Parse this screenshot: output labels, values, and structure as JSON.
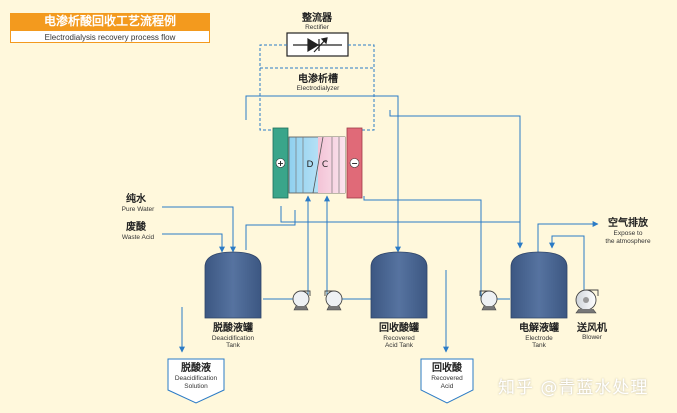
{
  "header": {
    "title": "电渗析酸回收工艺流程例",
    "subtitle": "Electrodialysis recovery process flow"
  },
  "rectifier": {
    "zh": "整流器",
    "en": "Rectifier"
  },
  "electrodialyzer": {
    "zh": "电渗析槽",
    "en": "Electrodialyzer",
    "d_label": "D",
    "c_label": "C",
    "plus": "+",
    "minus": "−"
  },
  "inputs": {
    "pure_water": {
      "zh": "纯水",
      "en": "Pure Water"
    },
    "waste_acid": {
      "zh": "废酸",
      "en": "Waste Acid"
    }
  },
  "tanks": {
    "deacid": {
      "zh": "脱酸液罐",
      "en1": "Deacidification",
      "en2": "Tank"
    },
    "recovered": {
      "zh": "回收酸罐",
      "en1": "Recovered",
      "en2": "Acid Tank"
    },
    "electrode": {
      "zh": "电解液罐",
      "en1": "Electrode",
      "en2": "Tank"
    }
  },
  "outputs": {
    "deacid_solution": {
      "zh": "脱酸液",
      "en1": "Deacidification",
      "en2": "Solution"
    },
    "recovered_acid": {
      "zh": "回收酸",
      "en1": "Recovered",
      "en2": "Acid"
    }
  },
  "exhaust": {
    "zh": "空气排放",
    "en1": "Expose to",
    "en2": "the atmosphere"
  },
  "blower": {
    "zh": "送风机",
    "en": "Blower"
  },
  "watermark": "知乎 @青蓝水处理",
  "colors": {
    "flow_line": "#2b7bc6",
    "tank": "#4a6590",
    "anode": "#3aa58a",
    "cathode": "#e06a78",
    "title_bg": "#f39a1e",
    "background": "#fff8dc"
  }
}
